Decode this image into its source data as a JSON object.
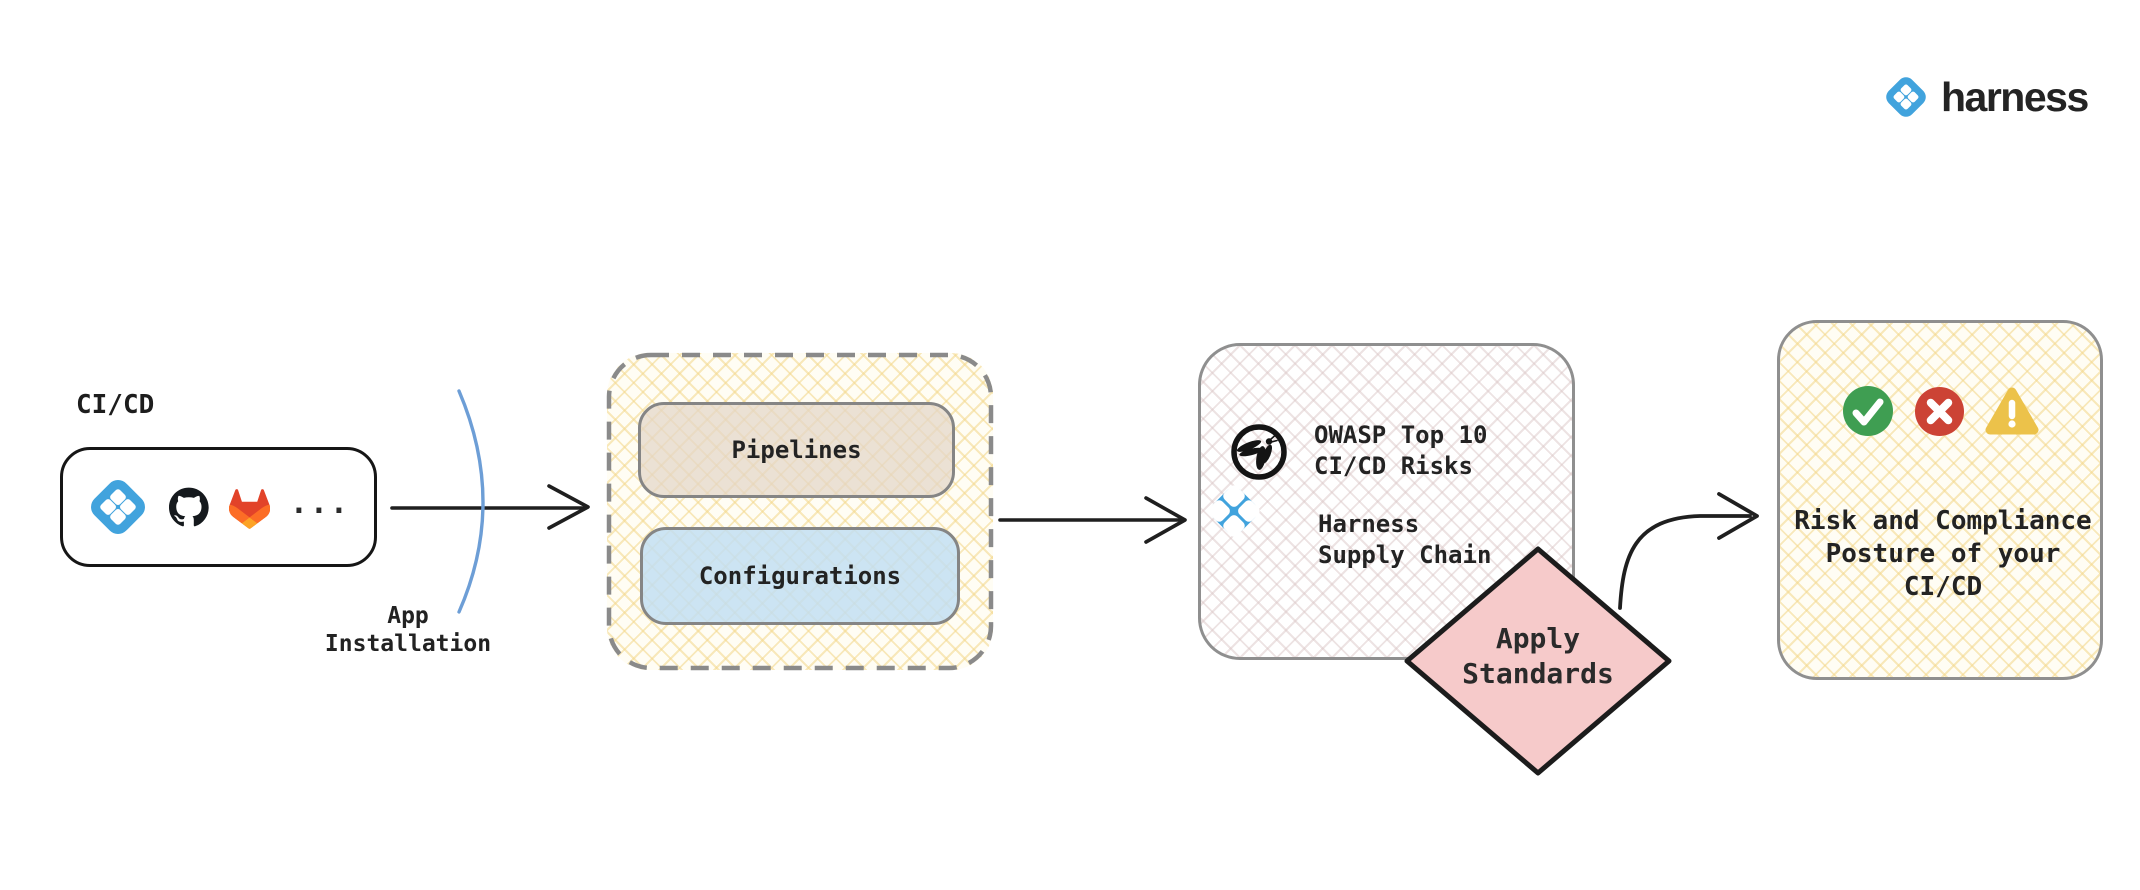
{
  "header": {
    "logo_text": "harness"
  },
  "flow": {
    "cicd_source": {
      "title": "CI/CD",
      "icons": [
        "harness-icon",
        "github-icon",
        "gitlab-icon"
      ],
      "more": "..."
    },
    "app_installation": {
      "lines": [
        "App",
        "Installation"
      ]
    },
    "ingest": {
      "pipelines": "Pipelines",
      "configurations": "Configurations"
    },
    "standards": {
      "owasp": {
        "lines": [
          "OWASP Top 10",
          "CI/CD Risks"
        ]
      },
      "harness_supply": {
        "lines": [
          "Harness",
          "Supply Chain"
        ]
      }
    },
    "apply_standards": {
      "lines": [
        "Apply",
        "Standards"
      ]
    },
    "posture": {
      "lines": [
        "Risk and Compliance",
        "Posture of your",
        "CI/CD"
      ]
    }
  },
  "colors": {
    "harness_blue": "#41a3dd",
    "diamond_pink": "#f6caca",
    "pipelines_beige": "#e3d6c7",
    "configurations_blue": "#c1def3",
    "check_green": "#3f9e52",
    "cross_red": "#cc4335",
    "warning_yellow": "#ecc24a",
    "hatch_yellow": "#f3d78a",
    "hatch_pink": "#dbc7c7",
    "arc_blue": "#6d9ed6",
    "arrow_black": "#1f1f1f",
    "gitlab_red": "#e24329",
    "gitlab_orange": "#fc6d26",
    "gitlab_amber": "#fca326"
  }
}
